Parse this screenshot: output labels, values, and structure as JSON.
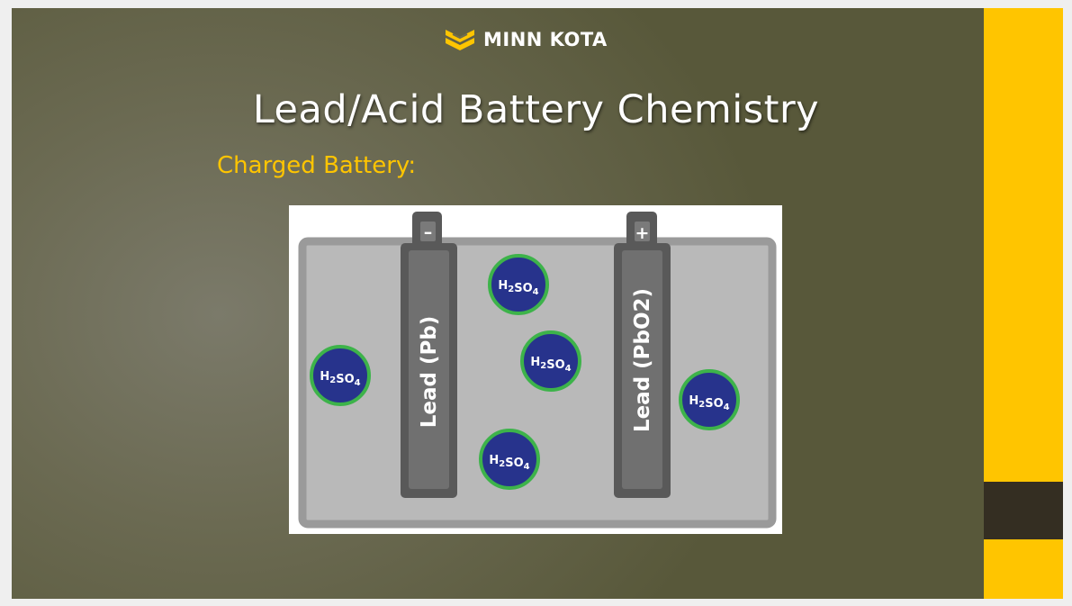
{
  "brand": {
    "name": "MINN KOTA",
    "accent": "#ffc500",
    "dark": "#342e22"
  },
  "slide": {
    "title": "Lead/Acid Battery Chemistry",
    "subtitle": "Charged Battery:"
  },
  "diagram": {
    "negative_terminal": "–",
    "positive_terminal": "+",
    "negative_plate": "Lead (Pb)",
    "positive_plate": "Lead (PbO2)",
    "molecule": "H2SO4",
    "colors": {
      "casing": "#b9b9b9",
      "casing_border": "#9a9a9a",
      "plate": "#595959",
      "molecule_fill": "#27338c",
      "molecule_ring": "#3db34a"
    }
  }
}
